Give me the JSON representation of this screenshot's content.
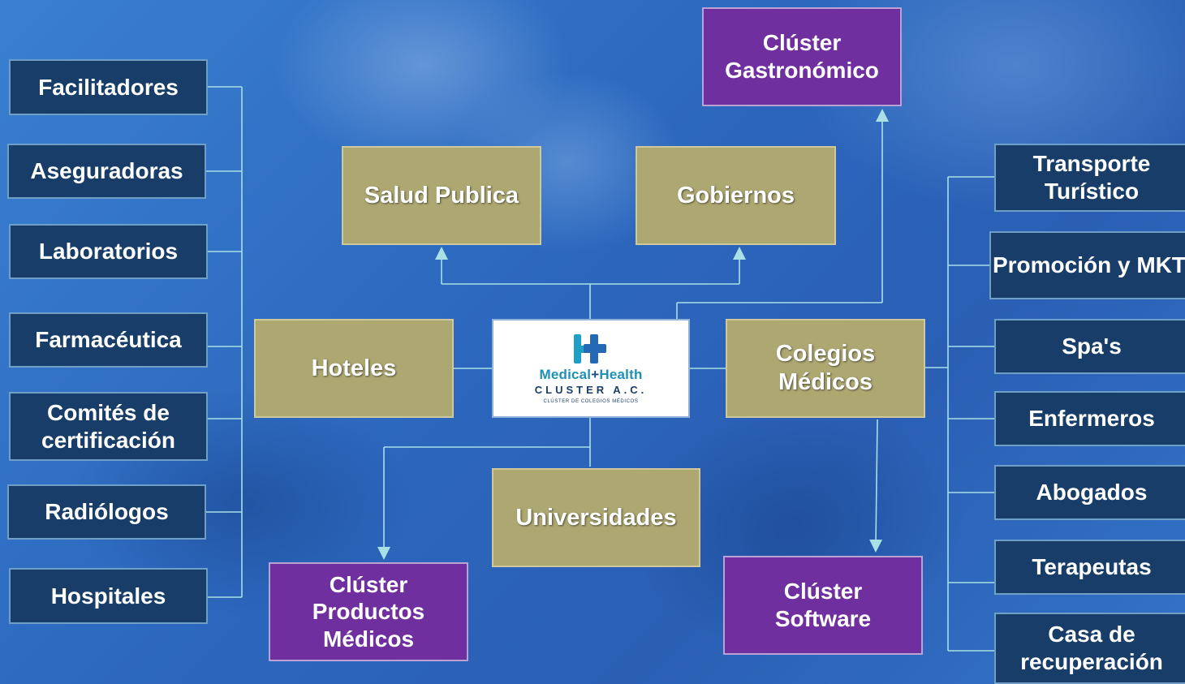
{
  "left_column": [
    "Facilitadores",
    "Aseguradoras",
    "Laboratorios",
    "Farmacéutica",
    "Comités de certificación",
    "Radiólogos",
    "Hospitales"
  ],
  "right_column": [
    "Transporte Turístico",
    "Promoción y MKT",
    "Spa's",
    "Enfermeros",
    "Abogados",
    "Terapeutas",
    "Casa de recuperación"
  ],
  "olive_nodes": {
    "salud_publica": "Salud Publica",
    "gobiernos": "Gobiernos",
    "hoteles": "Hoteles",
    "colegios": "Colegios Médicos",
    "universidades": "Universidades"
  },
  "purple_nodes": {
    "gastronomico": "Clúster Gastronómico",
    "productos": "Clúster Productos Médicos",
    "software": "Clúster Software"
  },
  "logo": {
    "name_a": "Medical",
    "plus": "+",
    "name_b": "Health",
    "line2": "CLUSTER A.C.",
    "line3": "CLÚSTER DE COLEGIOS MÉDICOS"
  },
  "colors": {
    "background": "#2f6fc4",
    "navy_box": "#173d68",
    "olive_box": "#ada772",
    "purple_box": "#6f2f9e",
    "connector": "#a8e0e6"
  }
}
